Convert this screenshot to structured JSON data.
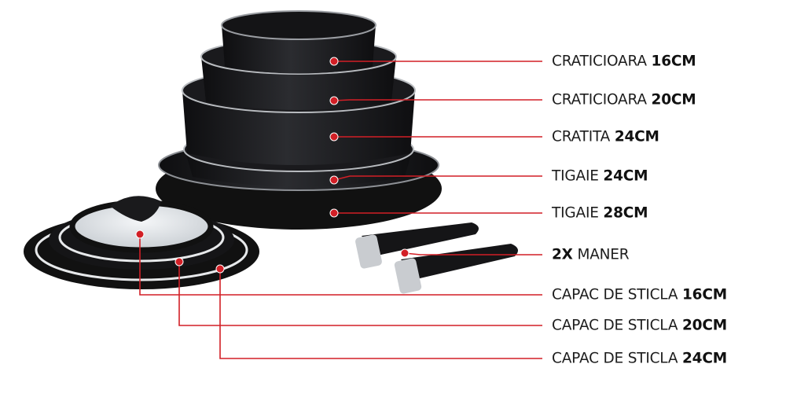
{
  "colors": {
    "accent": "#d21f26",
    "cookware": "#1c1c1f",
    "rim": "#b9bcc0",
    "text": "#1d1d1d"
  },
  "labels": [
    {
      "name": "CRATICIOARA",
      "size": "16CM",
      "order": "name-first"
    },
    {
      "name": "CRATICIOARA",
      "size": "20CM",
      "order": "name-first"
    },
    {
      "name": "CRATITA",
      "size": "24CM",
      "order": "name-first"
    },
    {
      "name": "TIGAIE",
      "size": "24CM",
      "order": "name-first"
    },
    {
      "name": "TIGAIE",
      "size": "28CM",
      "order": "name-first"
    },
    {
      "name": "MANER",
      "size": "2X",
      "order": "size-first"
    },
    {
      "name": "CAPAC DE STICLA",
      "size": "16CM",
      "order": "name-first"
    },
    {
      "name": "CAPAC DE STICLA",
      "size": "20CM",
      "order": "name-first"
    },
    {
      "name": "CAPAC DE STICLA",
      "size": "24CM",
      "order": "name-first"
    }
  ]
}
